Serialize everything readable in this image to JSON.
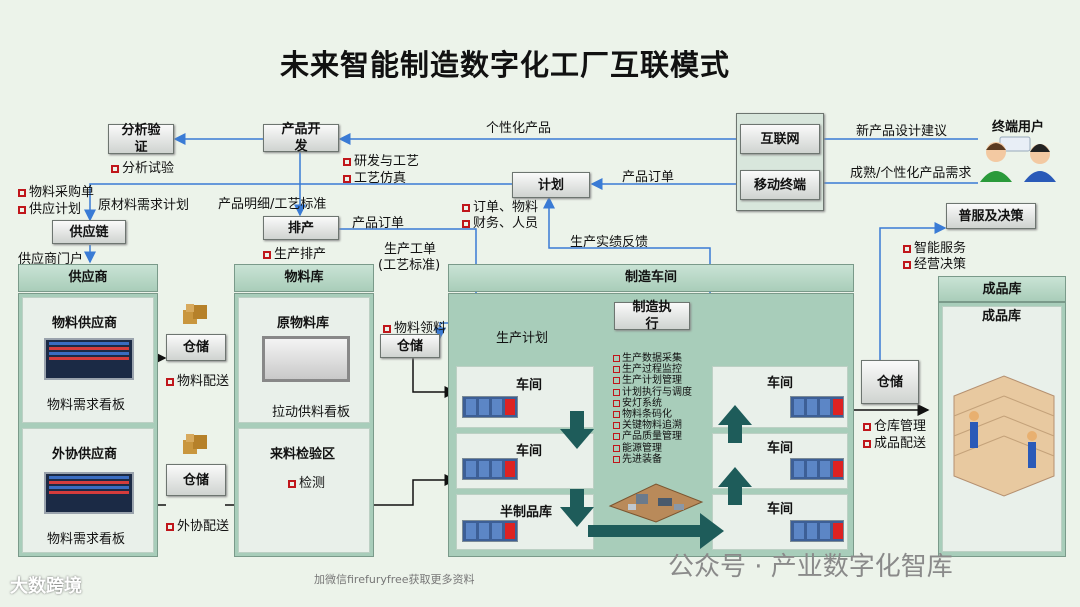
{
  "title": "未来智能制造数字化工厂互联模式",
  "nodes": {
    "analysis": "分析验\n证",
    "product_dev": "产品开\n发",
    "internet": "互联网",
    "mobile": "移动终端",
    "plan": "计划",
    "supply_chain": "供应链",
    "schedule": "排产",
    "end_user": "终端用户",
    "service": "普服及决策",
    "mfg_exec": "制造执\n行",
    "warehouse1": "仓储",
    "warehouse2": "仓储",
    "warehouse3": "仓储",
    "warehouse4": "仓储"
  },
  "sections": {
    "supplier": "供应商",
    "material_store": "物料库",
    "workshop": "制造车间",
    "finished_store": "成品库",
    "finished_inner": "成品库",
    "material_supplier": "物料供应商",
    "material_board1": "物料需求看板",
    "outsource_supplier": "外协供应商",
    "material_board2": "物料需求看板",
    "raw_store": "原物料库",
    "pull_board": "拉动供料看板",
    "inspect_area": "来料检验区",
    "inspect": "检测",
    "shop1": "车间",
    "shop2": "车间",
    "semi_store": "半制品库",
    "shop3": "车间",
    "shop4": "车间",
    "shop5": "车间"
  },
  "labels": {
    "personalized_product": "个性化产品",
    "new_design": "新产品设计建议",
    "mature_demand": "成熟/个性化产品需求",
    "product_order": "产品订单",
    "analysis_test": "分析试验",
    "rd_process": "研发与工艺",
    "process_sim": "工艺仿真",
    "material_purchase": "物料采购单",
    "supply_plan": "供应计划",
    "raw_demand_plan": "原材料需求计划",
    "product_spec": "产品明细/工艺标准",
    "order_material": "订单、物料",
    "finance_people": "财务、人员",
    "product_order2": "产品订单",
    "supplier_portal": "供应商门户",
    "production_schedule": "生产排产",
    "work_order": "生产工单",
    "process_std": "(工艺标准)",
    "feedback": "生产实绩反馈",
    "smart_service": "智能服务",
    "operation_decision": "经营决策",
    "material_pick": "物料领料",
    "production_plan": "生产计划",
    "material_delivery": "物料配送",
    "outsource_delivery": "外协配送",
    "warehouse_mgmt": "仓库管理",
    "product_delivery": "成品配送"
  },
  "mes_items": [
    "生产数据采集",
    "生产过程监控",
    "生产计划管理",
    "计划执行与调度",
    "安灯系统",
    "物料条码化",
    "关键物料追溯",
    "产品质量管理",
    "能源管理",
    "先进装备"
  ],
  "footer": {
    "wechat": "加微信firefuryfree获取更多资料",
    "watermark": "公众号 · 产业数字化智库",
    "logo": "大数跨境"
  },
  "colors": {
    "arrow": "#3a7bd5",
    "bg": "#ecf3ea",
    "panel": "#a8cdba",
    "marker": "#c0161b",
    "teal_arrow": "#1e5c5a"
  }
}
